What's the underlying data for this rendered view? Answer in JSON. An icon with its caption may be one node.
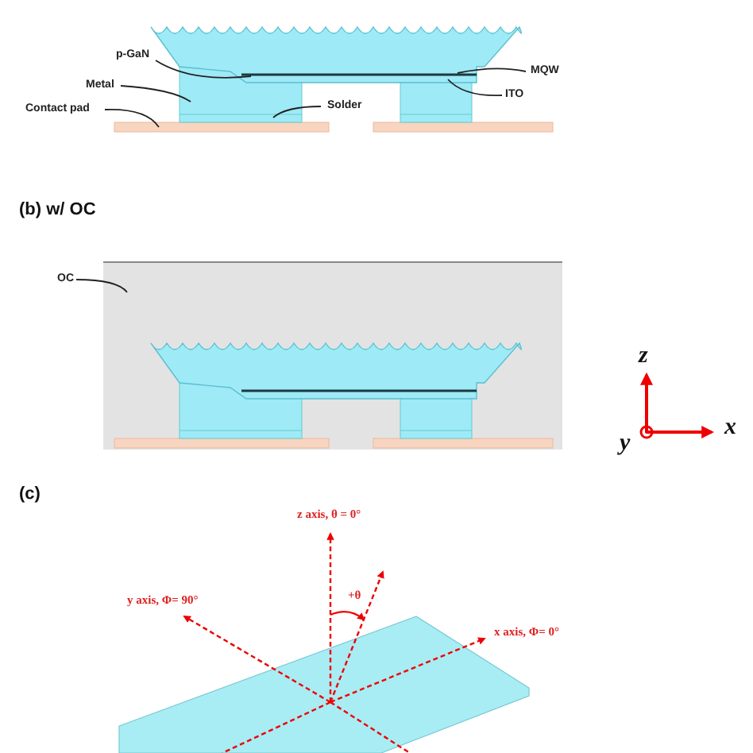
{
  "diagram": {
    "nodes": [
      {
        "text": [
          "p-GaN"
        ]
      },
      {
        "text": [
          "Metal"
        ]
      },
      {
        "text": [
          "Contact pad"
        ]
      },
      {
        "text": [
          "Solder"
        ]
      },
      {
        "text": [
          "MQW"
        ]
      },
      {
        "text": [
          "ITO"
        ]
      },
      {
        "text": [
          "OC"
        ]
      }
    ],
    "edges": [
      {
        "from": 0,
        "to": null,
        "arrow": "none"
      },
      {
        "from": 1,
        "to": null,
        "arrow": "none"
      },
      {
        "from": 2,
        "to": null,
        "arrow": "none"
      },
      {
        "from": 3,
        "to": null,
        "arrow": "none"
      },
      {
        "from": 4,
        "to": null,
        "arrow": "none"
      },
      {
        "from": 5,
        "to": null,
        "arrow": "none"
      },
      {
        "from": 6,
        "to": null,
        "arrow": "none"
      }
    ],
    "labels": [
      "(b) w/ OC",
      "z",
      "x",
      "y",
      "(c)",
      "z axis, θ = 0°",
      "y axis, Φ= 90°",
      "+θ",
      "x axis, Φ= 0°"
    ]
  }
}
